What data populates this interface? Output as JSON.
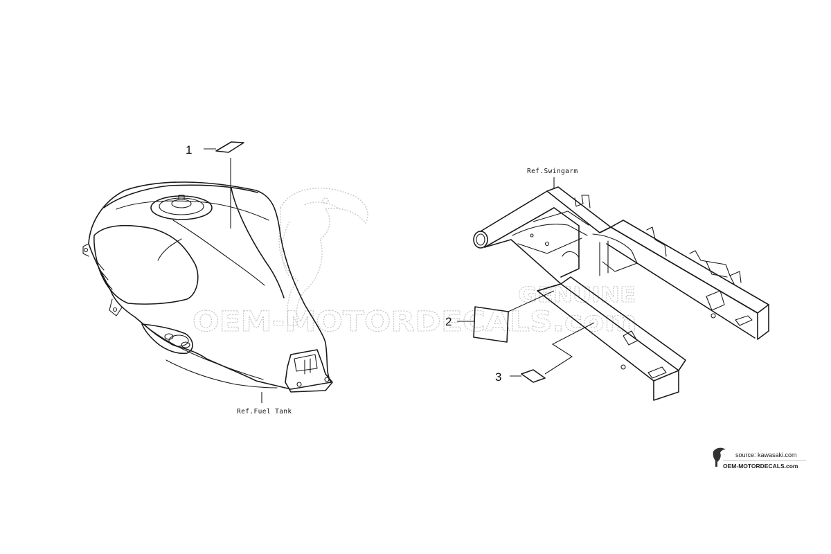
{
  "callouts": [
    {
      "number": "1"
    },
    {
      "number": "2"
    },
    {
      "number": "3"
    }
  ],
  "references": {
    "fuel_tank": "Ref.Fuel Tank",
    "swingarm": "Ref.Swingarm"
  },
  "watermark": {
    "main": "OEM-MOTORDECALS.com",
    "badge": "GENUINE"
  },
  "source_badge": {
    "line1": "source: kawasaki.com",
    "line2": "OEM-MOTORDECALS.com"
  },
  "icons": [
    "bird-logo-icon",
    "bird-logo-small-icon"
  ]
}
